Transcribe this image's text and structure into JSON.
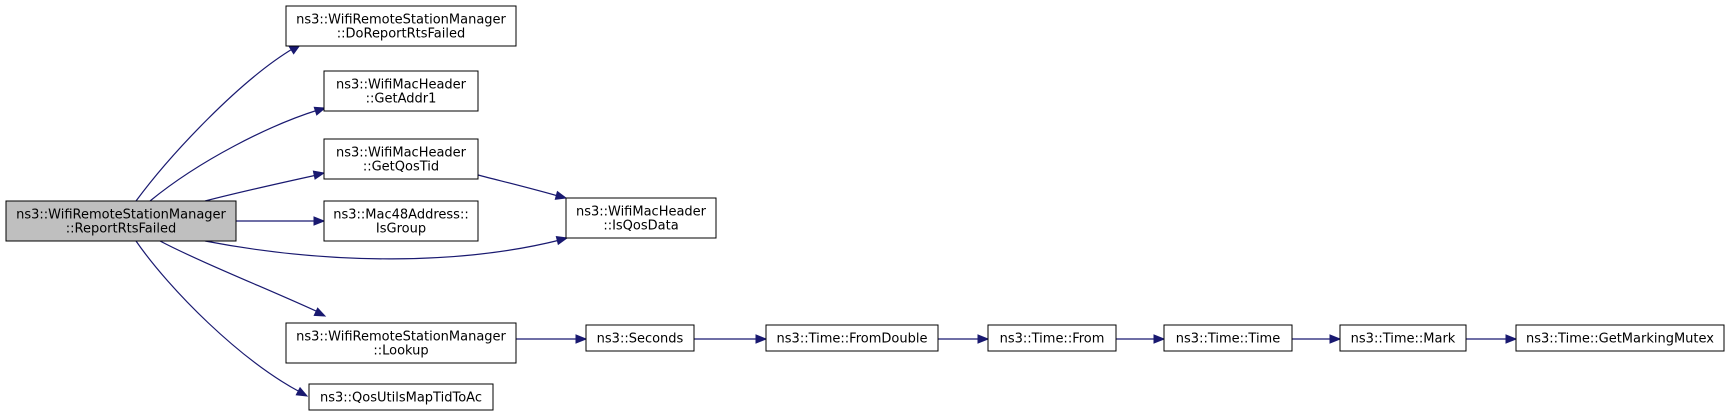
{
  "colors": {
    "edge": "#191970",
    "root_fill": "#bfbfbf",
    "node_fill": "#ffffff",
    "border": "#000000"
  },
  "nodes": {
    "root": [
      "ns3::WifiRemoteStationManager",
      "::ReportRtsFailed"
    ],
    "do_report_rts_failed": [
      "ns3::WifiRemoteStationManager",
      "::DoReportRtsFailed"
    ],
    "get_addr1": [
      "ns3::WifiMacHeader",
      "::GetAddr1"
    ],
    "get_qos_tid": [
      "ns3::WifiMacHeader",
      "::GetQosTid"
    ],
    "is_group": [
      "ns3::Mac48Address::",
      "IsGroup"
    ],
    "is_qos_data": [
      "ns3::WifiMacHeader",
      "::IsQosData"
    ],
    "lookup": [
      "ns3::WifiRemoteStationManager",
      "::Lookup"
    ],
    "qos_map": [
      "ns3::QosUtilsMapTidToAc"
    ],
    "seconds": [
      "ns3::Seconds"
    ],
    "from_double": [
      "ns3::Time::FromDouble"
    ],
    "from": [
      "ns3::Time::From"
    ],
    "time": [
      "ns3::Time::Time"
    ],
    "mark": [
      "ns3::Time::Mark"
    ],
    "get_marking_mutex": [
      "ns3::Time::GetMarkingMutex"
    ]
  }
}
